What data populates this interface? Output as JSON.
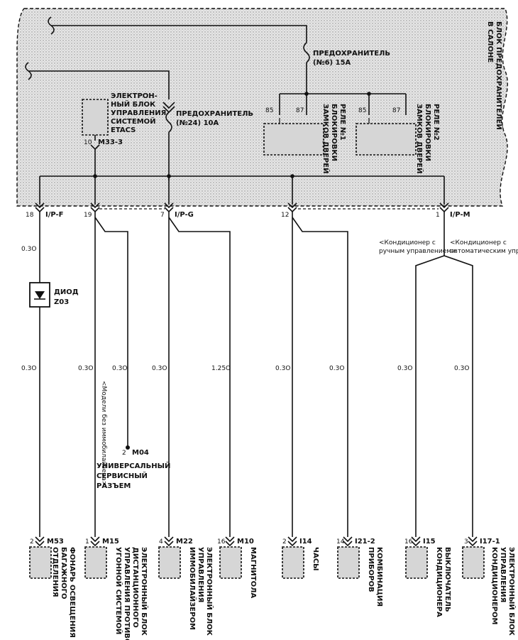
{
  "fuse_box": {
    "label_line1": "БЛОК ПРЕДОХРАНИТЕЛЕЙ",
    "label_line2": "В САЛОНЕ",
    "fuse1": {
      "line1": "ПРЕДОХРАНИТЕЛЬ",
      "line2": "(№6) 15A"
    },
    "fuse2": {
      "line1": "ПРЕДОХРАНИТЕЛЬ",
      "line2": "(№24) 10A"
    },
    "etacs": {
      "lines": [
        "ЭЛЕКТРОН-",
        "НЫЙ БЛОК",
        "УПРАВЛЕНИЯ",
        "СИСТЕМОЙ",
        "ETACS"
      ],
      "pin": "10",
      "connector": "M33-3"
    },
    "relay1": {
      "lines": [
        "РЕЛЕ №1",
        "БЛОКИРОВКИ",
        "ЗАМКОВ ДВЕРЕЙ"
      ],
      "pin_a": "85",
      "pin_b": "87"
    },
    "relay2": {
      "lines": [
        "РЕЛЕ №2",
        "БЛОКИРОВКИ",
        "ЗАМКОВ ДВЕРЕЙ"
      ],
      "pin_a": "85",
      "pin_b": "87"
    }
  },
  "connectors": [
    {
      "pin": "18",
      "name": "I/P-F"
    },
    {
      "pin": "19",
      "name": ""
    },
    {
      "pin": "7",
      "name": "I/P-G"
    },
    {
      "pin": "12",
      "name": ""
    },
    {
      "pin": "1",
      "name": "I/P-M"
    }
  ],
  "options": {
    "manual_ac": "<Кондиционер с ручным управлением>",
    "auto_ac": "<Кондиционер с автоматическим управлением>",
    "no_immobilizer": "<Модели без иммобилайзера>"
  },
  "diode": {
    "line1": "ДИОД",
    "line2": "Z03"
  },
  "wire_sizes": {
    "w1_top": "0.3O",
    "w1_bottom": "0.3O",
    "w2": "0.3O",
    "w3": "0.3O",
    "w4": "0.3O",
    "w5": "1.25O",
    "w6": "0.3O",
    "w7": "0.3O",
    "w8": "0.3O",
    "w9": "0.3O"
  },
  "service_connector": {
    "pin": "2",
    "connector": "M04",
    "lines": [
      "УНИВЕРСАЛЬНЫЙ",
      "СЕРВИСНЫЙ",
      "РАЗЪЕМ"
    ]
  },
  "components": [
    {
      "pin": "2",
      "connector": "M53",
      "lines": [
        "ФОНАРЬ ОСВЕЩЕНИЯ",
        "БАГАЖНОГО",
        "ОТДЕЛЕНИЯ"
      ]
    },
    {
      "pin": "1",
      "connector": "M15",
      "lines": [
        "ЭЛЕКТРОННЫЙ БЛОК",
        "ДИСТАНЦИОННОГО",
        "УПРАВЛЕНИЯ ПРОТИВО-",
        "УГОННОЙ СИСТЕМОЙ"
      ]
    },
    {
      "pin": "4",
      "connector": "M22",
      "lines": [
        "ЭЛЕКТРОННЫЙ БЛОК",
        "УПРАВЛЕНИЯ",
        "ИММОБИЛАЙЗЕРОМ"
      ]
    },
    {
      "pin": "16",
      "connector": "M10",
      "lines": [
        "МАГНИТОЛА"
      ]
    },
    {
      "pin": "2",
      "connector": "I14",
      "lines": [
        "ЧАСЫ"
      ]
    },
    {
      "pin": "14",
      "connector": "I21-2",
      "lines": [
        "КОМБИНАЦИЯ",
        "ПРИБОРОВ"
      ]
    },
    {
      "pin": "16",
      "connector": "I15",
      "lines": [
        "ВЫКЛЮЧАТЕЛЬ",
        "КОНДИЦИОНЕРА"
      ]
    },
    {
      "pin": "3",
      "connector": "I17-1",
      "lines": [
        "ЭЛЕКТРОННЫЙ БЛОК",
        "УПРАВЛЕНИЯ",
        "КОНДИЦИОНЕРОМ"
      ]
    }
  ]
}
